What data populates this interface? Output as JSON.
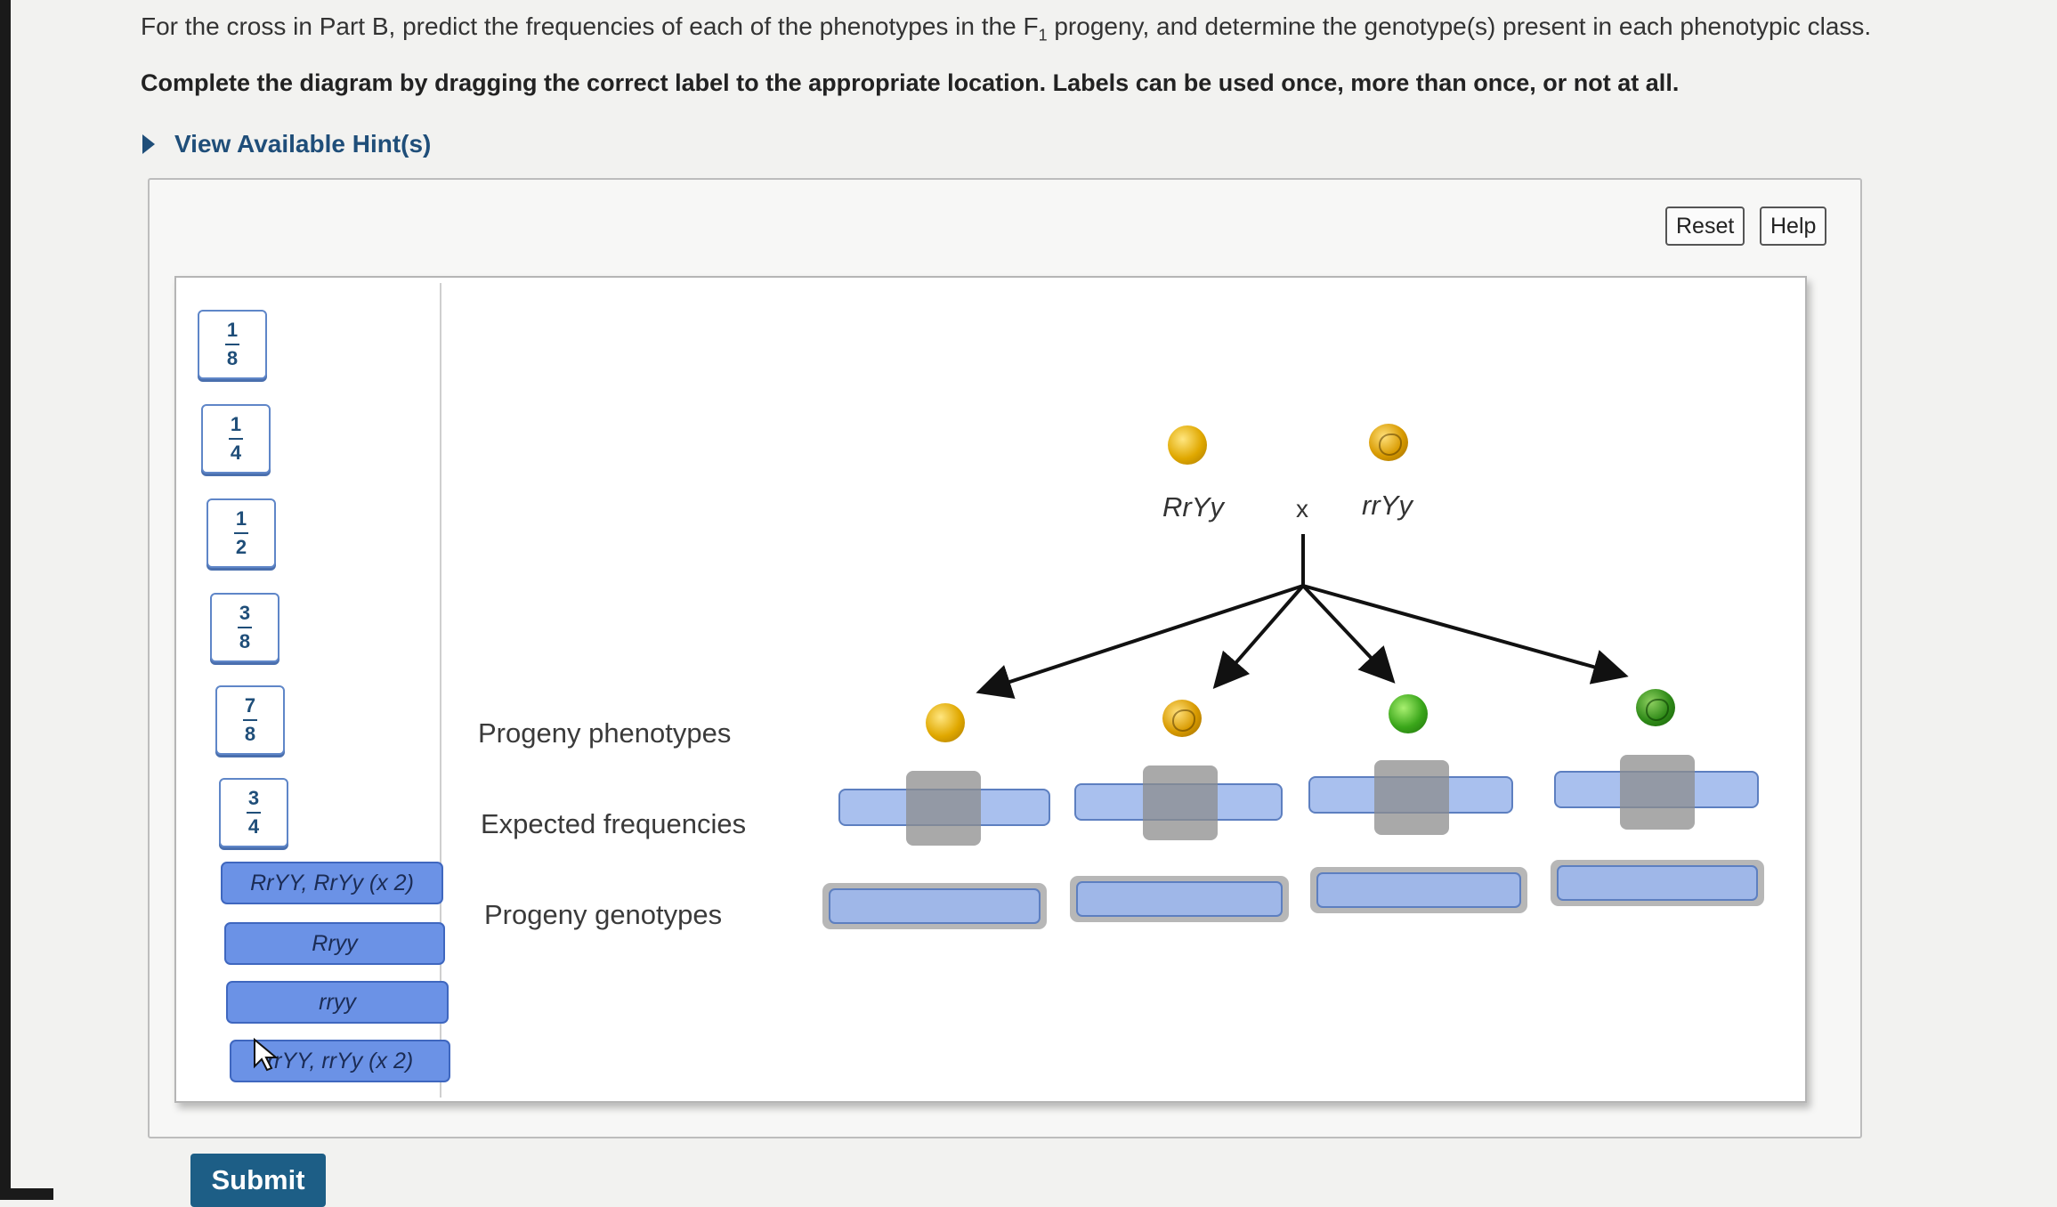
{
  "question": {
    "text_before_sub": "For the cross in Part B, predict the frequencies of each of the phenotypes in the F",
    "subscript": "1",
    "text_after_sub": " progeny, and determine the genotype(s) present in each phenotypic class.",
    "instruction": "Complete the diagram by dragging the correct label to the appropriate location. Labels can be used once, more than once, or not at all.",
    "hint_link": "View Available Hint(s)"
  },
  "toolbar": {
    "reset": "Reset",
    "help": "Help"
  },
  "labels": {
    "fractions": [
      {
        "num": "1",
        "den": "8"
      },
      {
        "num": "1",
        "den": "4"
      },
      {
        "num": "1",
        "den": "2"
      },
      {
        "num": "3",
        "den": "8"
      },
      {
        "num": "7",
        "den": "8"
      },
      {
        "num": "3",
        "den": "4"
      }
    ],
    "genotypes": [
      "RrYY, RrYy (x 2)",
      "Rryy",
      "rryy",
      "rrYY, rrYy (x 2)"
    ]
  },
  "diagram": {
    "parent1": "RrYy",
    "cross": "x",
    "parent2": "rrYy",
    "rows": {
      "phenotypes": "Progeny phenotypes",
      "frequencies": "Expected frequencies",
      "genotypes": "Progeny genotypes"
    },
    "phenotype_icons": [
      "yellow-round-pea-icon",
      "yellow-wrinkled-pea-icon",
      "green-round-pea-icon",
      "green-wrinkled-pea-icon"
    ]
  },
  "colors": {
    "label_blue": "#6b92e6",
    "link": "#1f4e79",
    "submit": "#1d5e86"
  },
  "submit": "Submit"
}
